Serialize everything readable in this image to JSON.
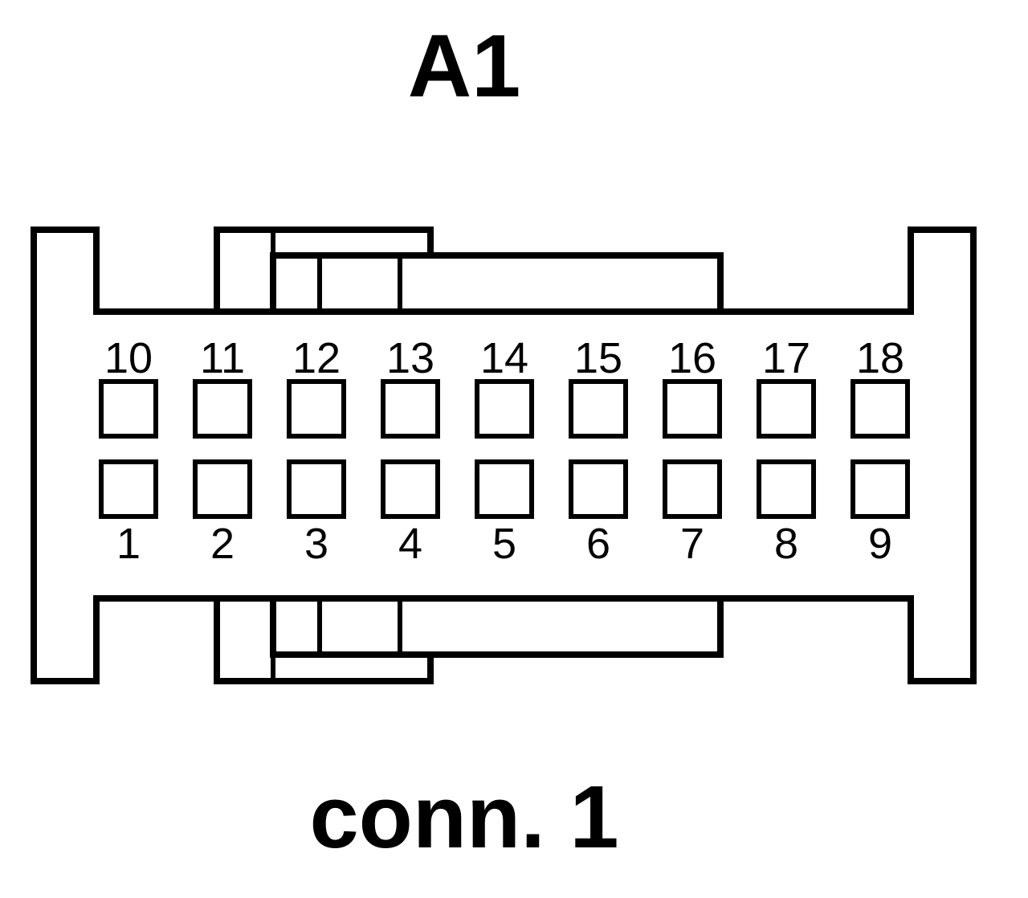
{
  "header": {
    "title": "A1"
  },
  "footer": {
    "caption": "conn. 1"
  },
  "connector": {
    "top_row_pins": [
      "10",
      "11",
      "12",
      "13",
      "14",
      "15",
      "16",
      "17",
      "18"
    ],
    "bottom_row_pins": [
      "1",
      "2",
      "3",
      "4",
      "5",
      "6",
      "7",
      "8",
      "9"
    ]
  },
  "colors": {
    "stroke": "#000000",
    "background": "#ffffff"
  }
}
